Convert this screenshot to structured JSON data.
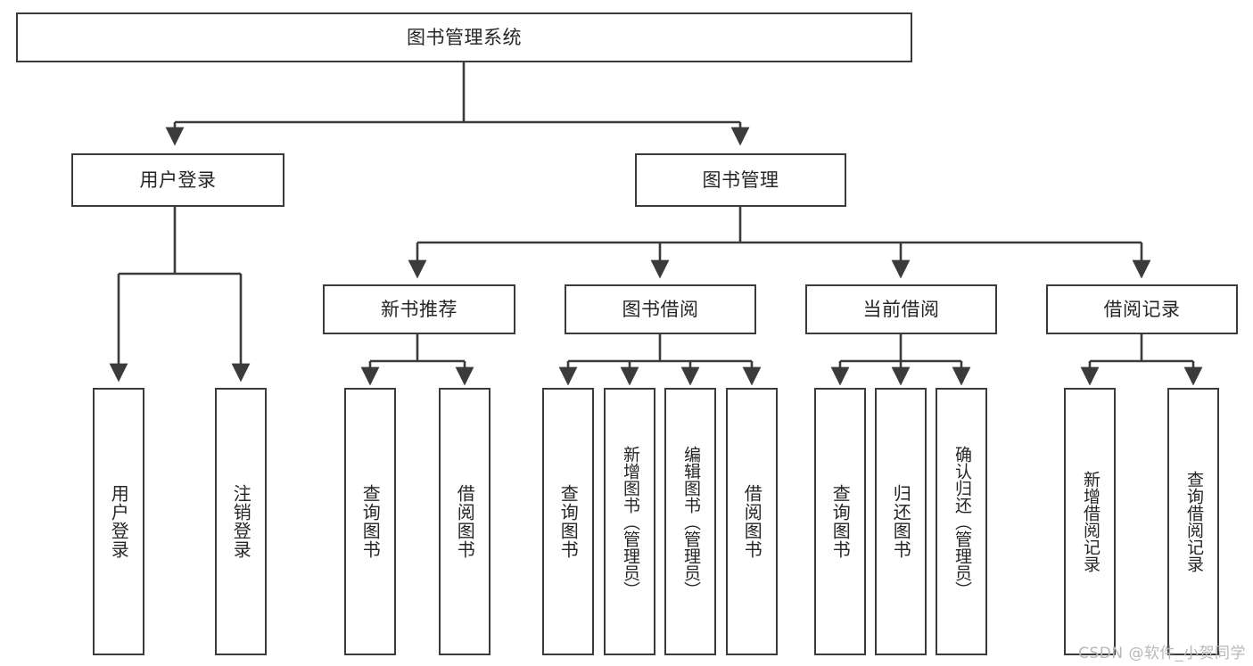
{
  "diagram": {
    "title": "图书管理系统",
    "root": {
      "label": "图书管理系统",
      "id": "root"
    },
    "level2": [
      {
        "id": "user-login",
        "label": "用户登录"
      },
      {
        "id": "book-management",
        "label": "图书管理"
      }
    ],
    "level3": [
      {
        "id": "new-book-recommend",
        "label": "新书推荐"
      },
      {
        "id": "book-borrow",
        "label": "图书借阅"
      },
      {
        "id": "current-borrow",
        "label": "当前借阅"
      },
      {
        "id": "borrow-record",
        "label": "借阅记录"
      }
    ],
    "leaves": [
      {
        "id": "leaf-user-login",
        "label": "用户登录",
        "parent": "user-login"
      },
      {
        "id": "leaf-logout",
        "label": "注销登录",
        "parent": "user-login"
      },
      {
        "id": "leaf-query-book-1",
        "label": "查询图书",
        "parent": "new-book-recommend"
      },
      {
        "id": "leaf-borrow-book-1",
        "label": "借阅图书",
        "parent": "new-book-recommend"
      },
      {
        "id": "leaf-query-book-2",
        "label": "查询图书",
        "parent": "book-borrow"
      },
      {
        "id": "leaf-add-book",
        "label": "新增图书（管理员）",
        "parent": "book-borrow"
      },
      {
        "id": "leaf-edit-book",
        "label": "编辑图书（管理员）",
        "parent": "book-borrow"
      },
      {
        "id": "leaf-borrow-book-2",
        "label": "借阅图书",
        "parent": "book-borrow"
      },
      {
        "id": "leaf-query-book-3",
        "label": "查询图书",
        "parent": "current-borrow"
      },
      {
        "id": "leaf-return-book",
        "label": "归还图书",
        "parent": "current-borrow"
      },
      {
        "id": "leaf-confirm-return",
        "label": "确认归还（管理员）",
        "parent": "current-borrow"
      },
      {
        "id": "leaf-add-record",
        "label": "新增借阅记录",
        "parent": "borrow-record"
      },
      {
        "id": "leaf-query-record",
        "label": "查询借阅记录",
        "parent": "borrow-record"
      }
    ],
    "colors": {
      "stroke": "#3b3b3b",
      "text": "#262626",
      "background": "#ffffff",
      "watermark": "#b8b8b8"
    }
  },
  "watermark": {
    "text": "CSDN @软件_小贺同学"
  }
}
